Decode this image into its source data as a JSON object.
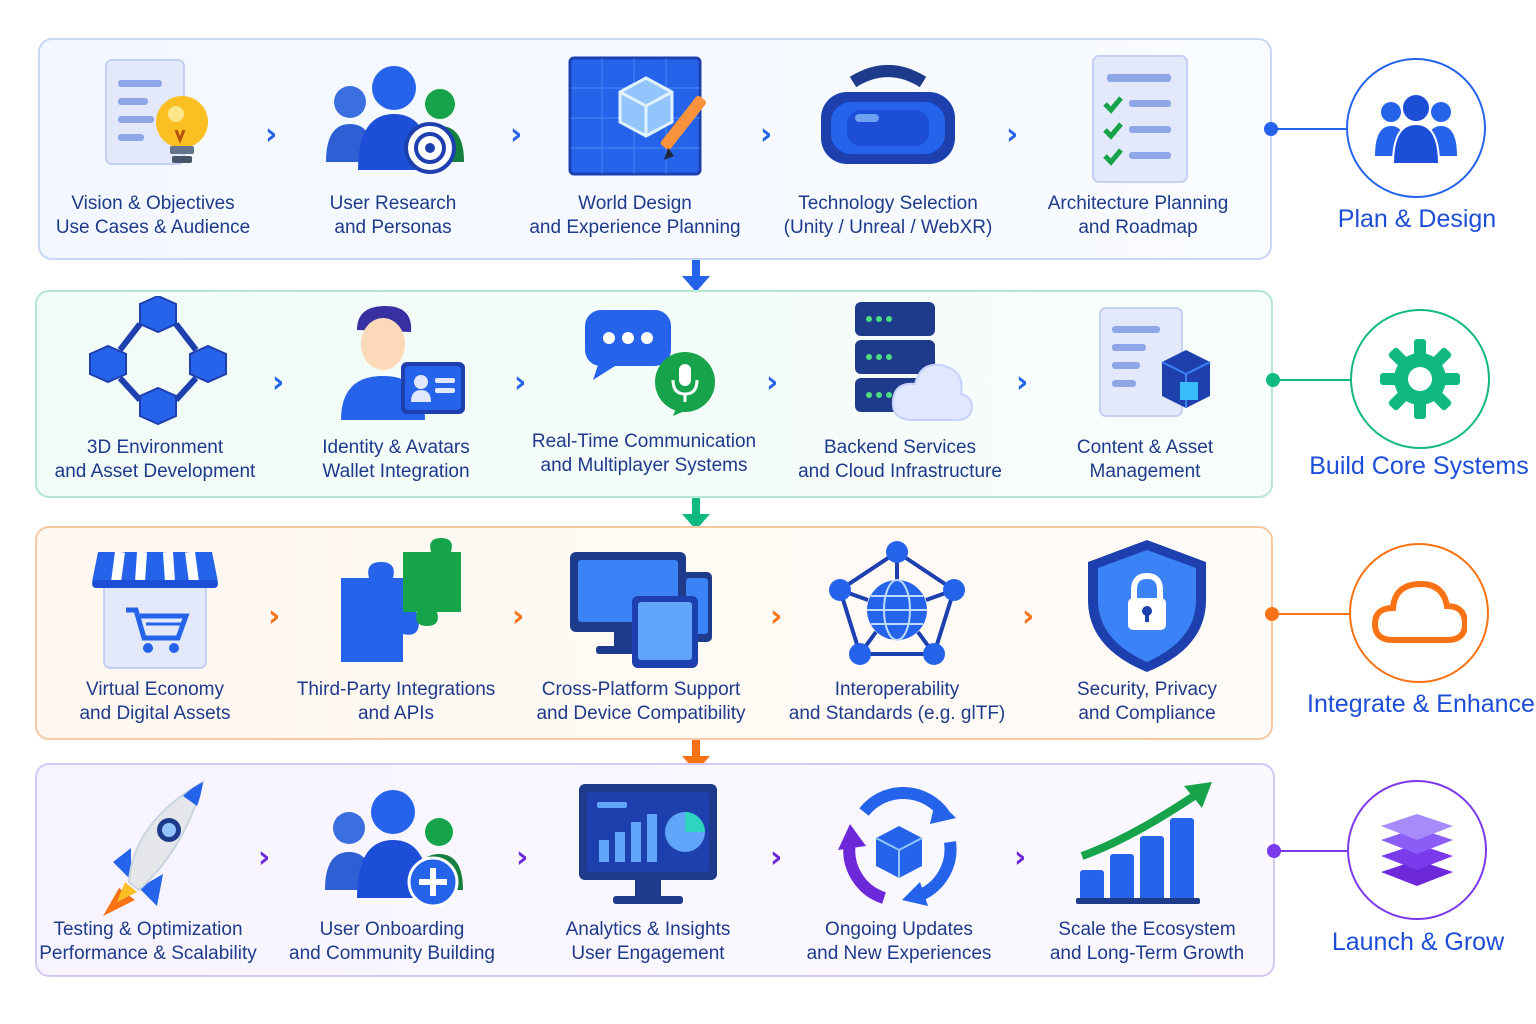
{
  "colors": {
    "blue": "#2563eb",
    "green": "#10b981",
    "orange": "#f97316",
    "purple": "#7c3aed",
    "text_blue": "#1e3a8a"
  },
  "rows": [
    {
      "phase": "Plan & Design",
      "steps": [
        {
          "l1": "Vision & Objectives",
          "l2": "Use Cases & Audience",
          "icon": "document-lightbulb-icon"
        },
        {
          "l1": "User Research",
          "l2": "and Personas",
          "icon": "users-target-icon"
        },
        {
          "l1": "World Design",
          "l2": "and Experience Planning",
          "icon": "blueprint-cube-icon"
        },
        {
          "l1": "Technology Selection",
          "l2": "(Unity / Unreal / WebXR)",
          "icon": "vr-headset-icon"
        },
        {
          "l1": "Architecture Planning",
          "l2": "and Roadmap",
          "icon": "checklist-icon"
        }
      ]
    },
    {
      "phase": "Build Core Systems",
      "steps": [
        {
          "l1": "3D Environment",
          "l2": "and Asset Development",
          "icon": "cubes-network-icon"
        },
        {
          "l1": "Identity & Avatars",
          "l2": "Wallet Integration",
          "icon": "avatar-idcard-icon"
        },
        {
          "l1": "Real-Time Communication",
          "l2": "and Multiplayer Systems",
          "icon": "chat-mic-icon"
        },
        {
          "l1": "Backend Services",
          "l2": "and Cloud Infrastructure",
          "icon": "server-cloud-icon"
        },
        {
          "l1": "Content & Asset",
          "l2": "Management",
          "icon": "document-cube-icon"
        }
      ]
    },
    {
      "phase": "Integrate & Enhance",
      "steps": [
        {
          "l1": "Virtual Economy",
          "l2": "and Digital Assets",
          "icon": "storefront-cart-icon"
        },
        {
          "l1": "Third-Party Integrations",
          "l2": "and APIs",
          "icon": "puzzle-icon"
        },
        {
          "l1": "Cross-Platform Support",
          "l2": "and Device Compatibility",
          "icon": "devices-icon"
        },
        {
          "l1": "Interoperability",
          "l2": "and Standards (e.g. glTF)",
          "icon": "globe-network-icon"
        },
        {
          "l1": "Security, Privacy",
          "l2": "and Compliance",
          "icon": "shield-lock-icon"
        }
      ]
    },
    {
      "phase": "Launch & Grow",
      "steps": [
        {
          "l1": "Testing & Optimization",
          "l2": "Performance & Scalability",
          "icon": "rocket-icon"
        },
        {
          "l1": "User Onboarding",
          "l2": "and Community Building",
          "icon": "users-plus-icon"
        },
        {
          "l1": "Analytics & Insights",
          "l2": "User Engagement",
          "icon": "analytics-monitor-icon"
        },
        {
          "l1": "Ongoing Updates",
          "l2": "and New Experiences",
          "icon": "cycle-cube-icon"
        },
        {
          "l1": "Scale the Ecosystem",
          "l2": "and Long-Term Growth",
          "icon": "growth-chart-icon"
        }
      ]
    }
  ]
}
